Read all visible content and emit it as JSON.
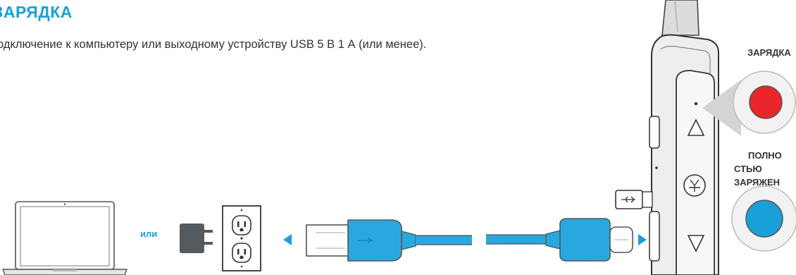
{
  "header": {
    "title": "ЗАРЯДКА",
    "description": "одключение к компьютеру или выходному устройству USB 5 В 1 А (или менее)."
  },
  "diagram": {
    "or_label": "или",
    "charging_label": "ЗАРЯДКА",
    "full_label_line1": "ПОЛНО",
    "full_label_line2": "СТЬЮ",
    "full_label_line3": "ЗАРЯЖЕН",
    "colors": {
      "accent": "#1aa0d8",
      "charging_led": "#e8262c",
      "charged_led": "#1aa0d8",
      "cable": "#29a8e0",
      "text": "#333333"
    }
  }
}
